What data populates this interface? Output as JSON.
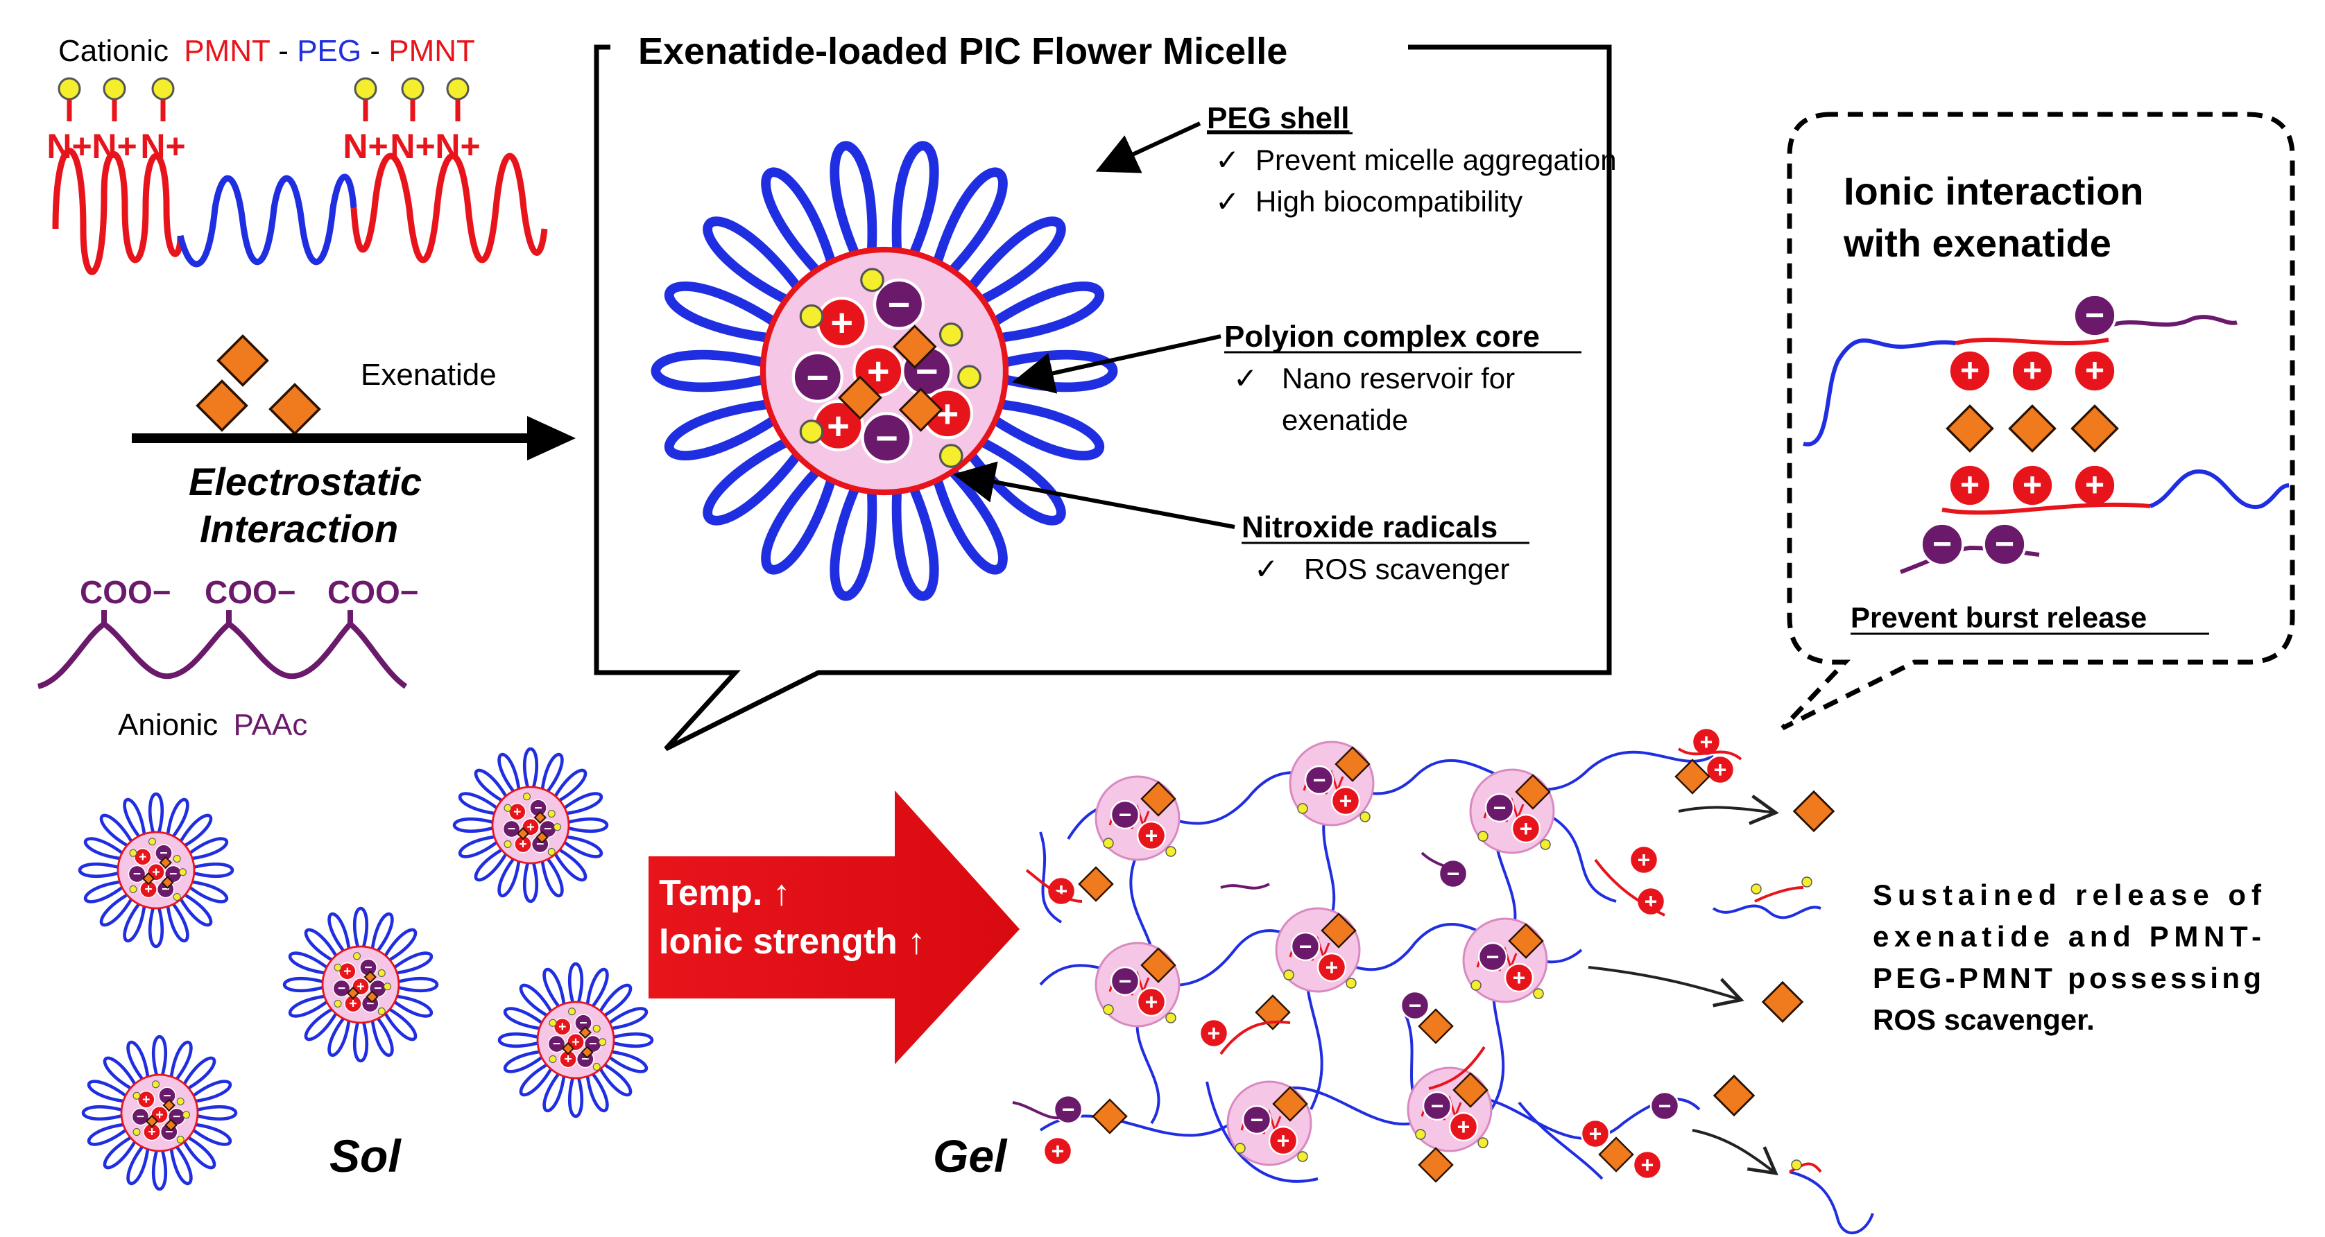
{
  "polymer": {
    "label_prefix": "Cationic",
    "pmnt": "PMNT",
    "dash": "-",
    "peg": "PEG",
    "charge_label": "N+",
    "drug": "Exenatide",
    "process_line1": "Electrostatic",
    "process_line2": "Interaction",
    "carboxyl": "COO−",
    "anion_prefix": "Anionic",
    "anion_name": "PAAc"
  },
  "micelle_box": {
    "title": "Exenatide-loaded PIC Flower Micelle",
    "peg_shell": {
      "heading": "PEG shell",
      "check": "✓",
      "items": [
        "Prevent micelle aggregation",
        "High biocompatibility"
      ]
    },
    "core": {
      "heading": "Polyion complex core",
      "check": "✓",
      "line1": "Nano reservoir for",
      "line2": "exenatide"
    },
    "radicals": {
      "heading": "Nitroxide radicals",
      "check": "✓",
      "item": "ROS scavenger"
    }
  },
  "ionic_box": {
    "line1": "Ionic interaction",
    "line2": "with exenatide",
    "footer": "Prevent burst release"
  },
  "transition": {
    "line1": "Temp. ↑",
    "line2": "Ionic strength ↑"
  },
  "states": {
    "sol": "Sol",
    "gel": "Gel"
  },
  "release": {
    "lines": [
      "Sustained release of",
      "exenatide and PMNT-",
      "PEG-PMNT possessing",
      "ROS scavenger."
    ]
  },
  "glyphs": {
    "plus": "+",
    "minus": "−"
  },
  "colors": {
    "pmnt": "#e8141b",
    "peg": "#1f2ee0",
    "paac": "#6b1a6b",
    "drug": "#f07a1e",
    "radical": "#f4ee2c",
    "core_fill": "#f5c6e6"
  }
}
